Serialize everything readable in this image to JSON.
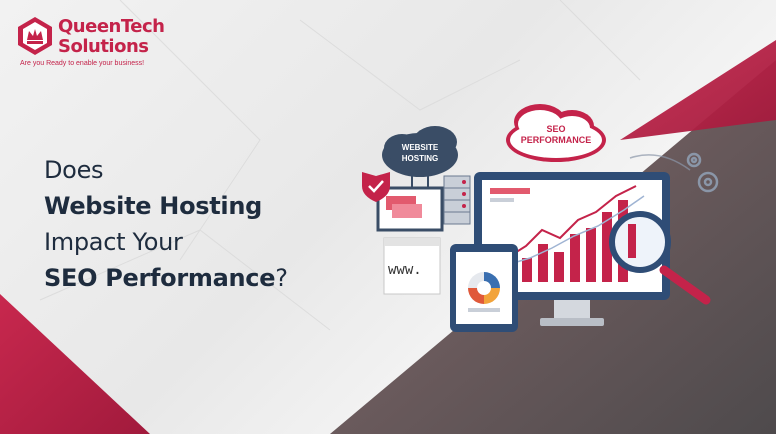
{
  "brand": {
    "name_line1": "QueenTech",
    "name_line2": "Solutions",
    "tagline": "Are you Ready to enable your business!"
  },
  "headline": {
    "line1": "Does",
    "line2": "Website Hosting",
    "line3": "Impact Your",
    "line4_bold": "SEO Performance",
    "line4_suffix": "?"
  },
  "illustration": {
    "cloud_left": "WEBSITE\nHOSTING",
    "cloud_left_l1": "WEBSITE",
    "cloud_left_l2": "HOSTING",
    "cloud_right_l1": "SEO",
    "cloud_right_l2": "PERFORMANCE",
    "url_text": "www.",
    "icons": [
      "shield-check-icon",
      "server-icon",
      "browser-window-icon",
      "monitor-icon",
      "tablet-icon",
      "pie-chart-icon",
      "magnifier-icon",
      "gear-icon"
    ]
  },
  "colors": {
    "brand_red": "#c4234a",
    "navy": "#1e2c3e",
    "monitor_blue": "#2f4d76"
  }
}
